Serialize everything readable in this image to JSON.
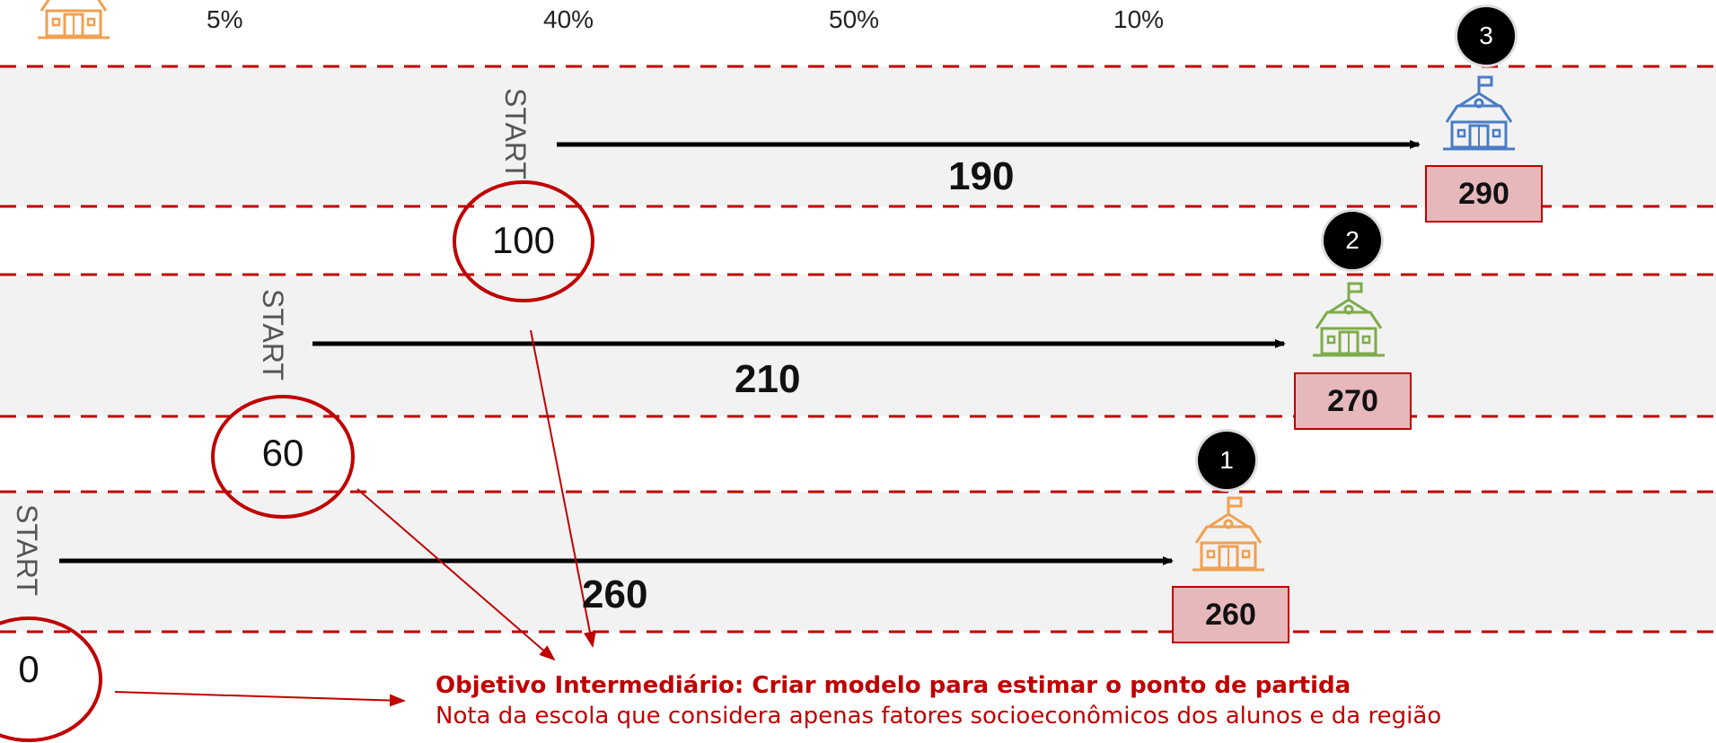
{
  "header": {
    "percentages": [
      "5%",
      "40%",
      "50%",
      "10%"
    ]
  },
  "lanes": [
    {
      "rank": "3",
      "start_label": "START",
      "start_value": "100",
      "gain": "190",
      "final": "290",
      "icon": "school-icon",
      "color": "#4a7cc4"
    },
    {
      "rank": "2",
      "start_label": "START",
      "start_value": "60",
      "gain": "210",
      "final": "270",
      "icon": "school-icon",
      "color": "#7dab4a"
    },
    {
      "rank": "1",
      "start_label": "START",
      "start_value": "0",
      "gain": "260",
      "final": "260",
      "icon": "school-icon",
      "color": "#f0a050"
    }
  ],
  "legend_icon": {
    "icon": "school-icon",
    "color": "#f0a050"
  },
  "note": {
    "title": "Objetivo Intermediário: Criar modelo para estimar o ponto de partida",
    "body": "Nota da escola que considera apenas fatores socioeconômicos dos alunos e da região"
  },
  "colors": {
    "accent": "#c00000",
    "lane_shade": "#f2f2f2",
    "final_box": "#e7b8bb"
  }
}
